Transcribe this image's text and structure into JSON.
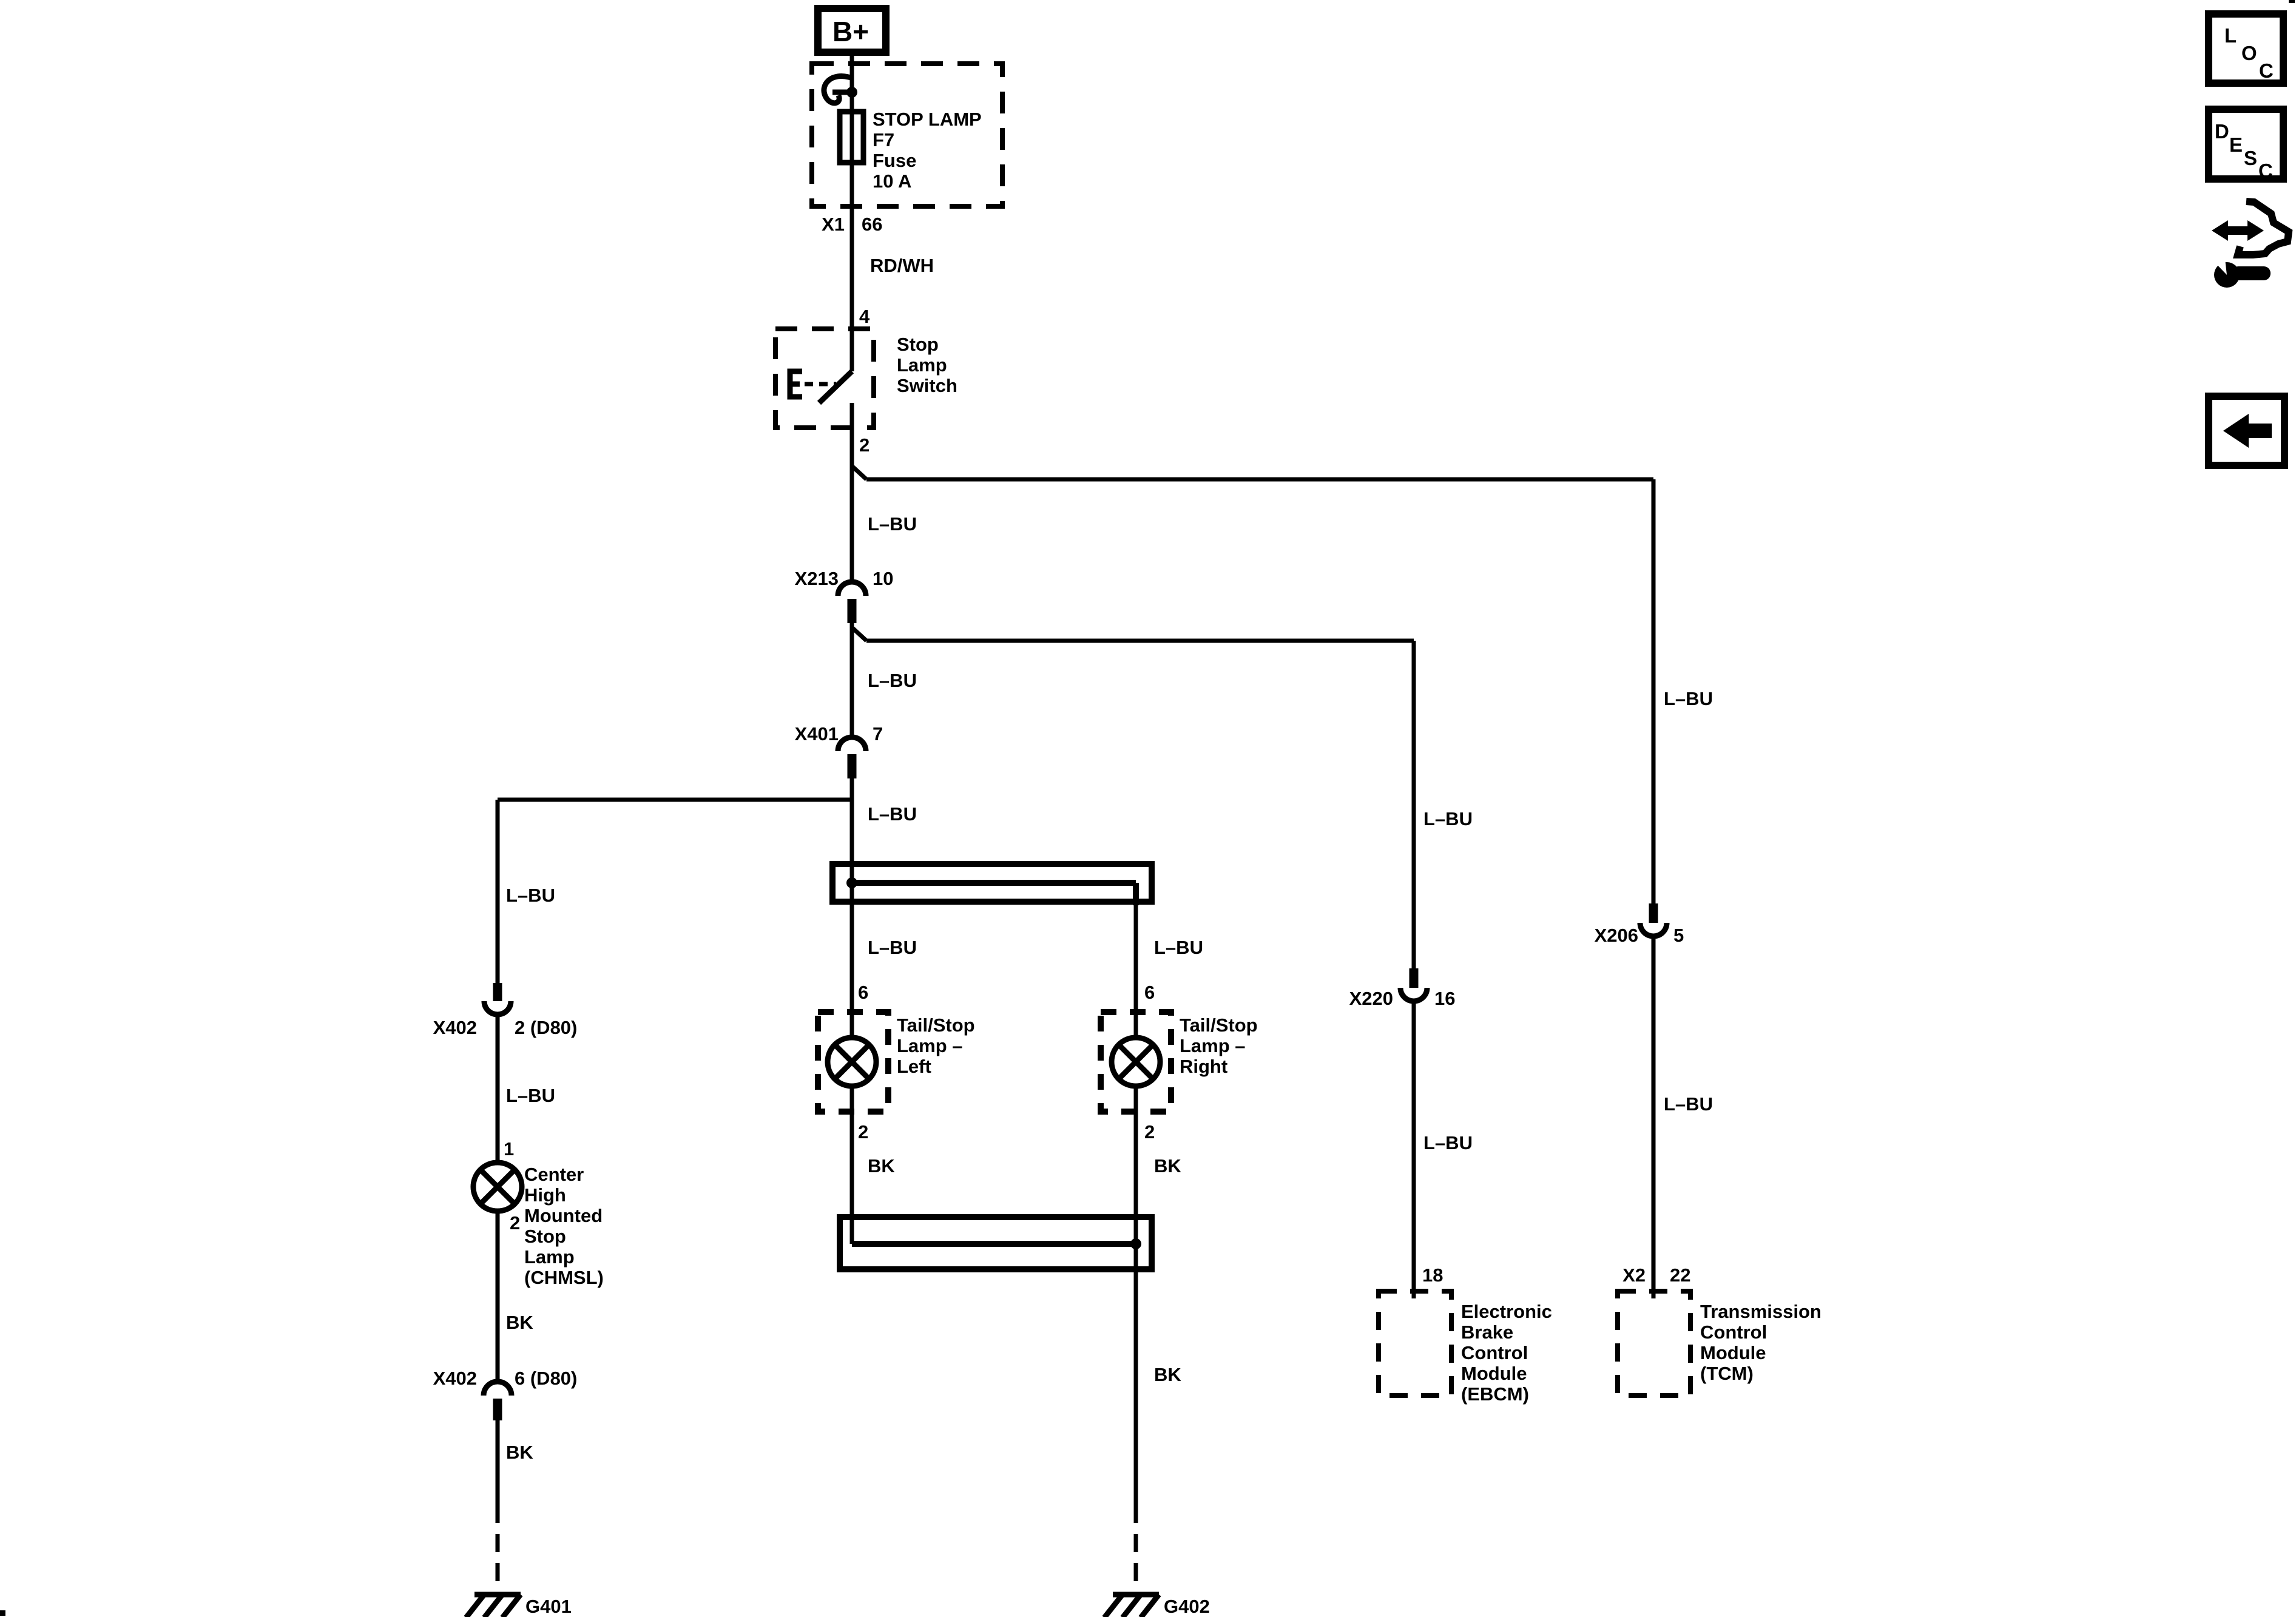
{
  "colors": {
    "ink": "#000000",
    "paper": "#ffffff"
  },
  "power": {
    "label": "B+"
  },
  "fuse": {
    "lines": [
      "STOP LAMP",
      "F7",
      "Fuse",
      "10 A"
    ],
    "connector": "X1",
    "pin": "66"
  },
  "wire_colors": {
    "rdwh": "RD/WH",
    "lbu": "L–BU",
    "bk": "BK"
  },
  "stop_lamp_switch": {
    "pin_in": "4",
    "pin_out": "2",
    "lines": [
      "Stop",
      "Lamp",
      "Switch"
    ]
  },
  "connectors": {
    "x213": {
      "name": "X213",
      "pin": "10"
    },
    "x401": {
      "name": "X401",
      "pin": "7"
    },
    "x402_top": {
      "name": "X402",
      "pin": "2 (D80)"
    },
    "x402_bottom": {
      "name": "X402",
      "pin": "6 (D80)"
    },
    "x220": {
      "name": "X220",
      "pin": "16"
    },
    "x206": {
      "name": "X206",
      "pin": "5"
    }
  },
  "chmsl": {
    "pin_in": "1",
    "pin_out": "2",
    "lines": [
      "Center",
      "High",
      "Mounted",
      "Stop",
      "Lamp",
      "(CHMSL)"
    ]
  },
  "tail_lamp_left": {
    "pin_in": "6",
    "pin_out": "2",
    "lines": [
      "Tail/Stop",
      "Lamp –",
      "Left"
    ]
  },
  "tail_lamp_right": {
    "pin_in": "6",
    "pin_out": "2",
    "lines": [
      "Tail/Stop",
      "Lamp –",
      "Right"
    ]
  },
  "ebcm": {
    "pin": "18",
    "lines": [
      "Electronic",
      "Brake",
      "Control",
      "Module",
      "(EBCM)"
    ]
  },
  "tcm": {
    "connector": "X2",
    "pin": "22",
    "lines": [
      "Transmission",
      "Control",
      "Module",
      "(TCM)"
    ]
  },
  "grounds": {
    "g401": "G401",
    "g402": "G402"
  },
  "toolbar": {
    "loc": [
      "L",
      "O",
      "C"
    ],
    "desc": [
      "D",
      "E",
      "S",
      "C"
    ]
  }
}
